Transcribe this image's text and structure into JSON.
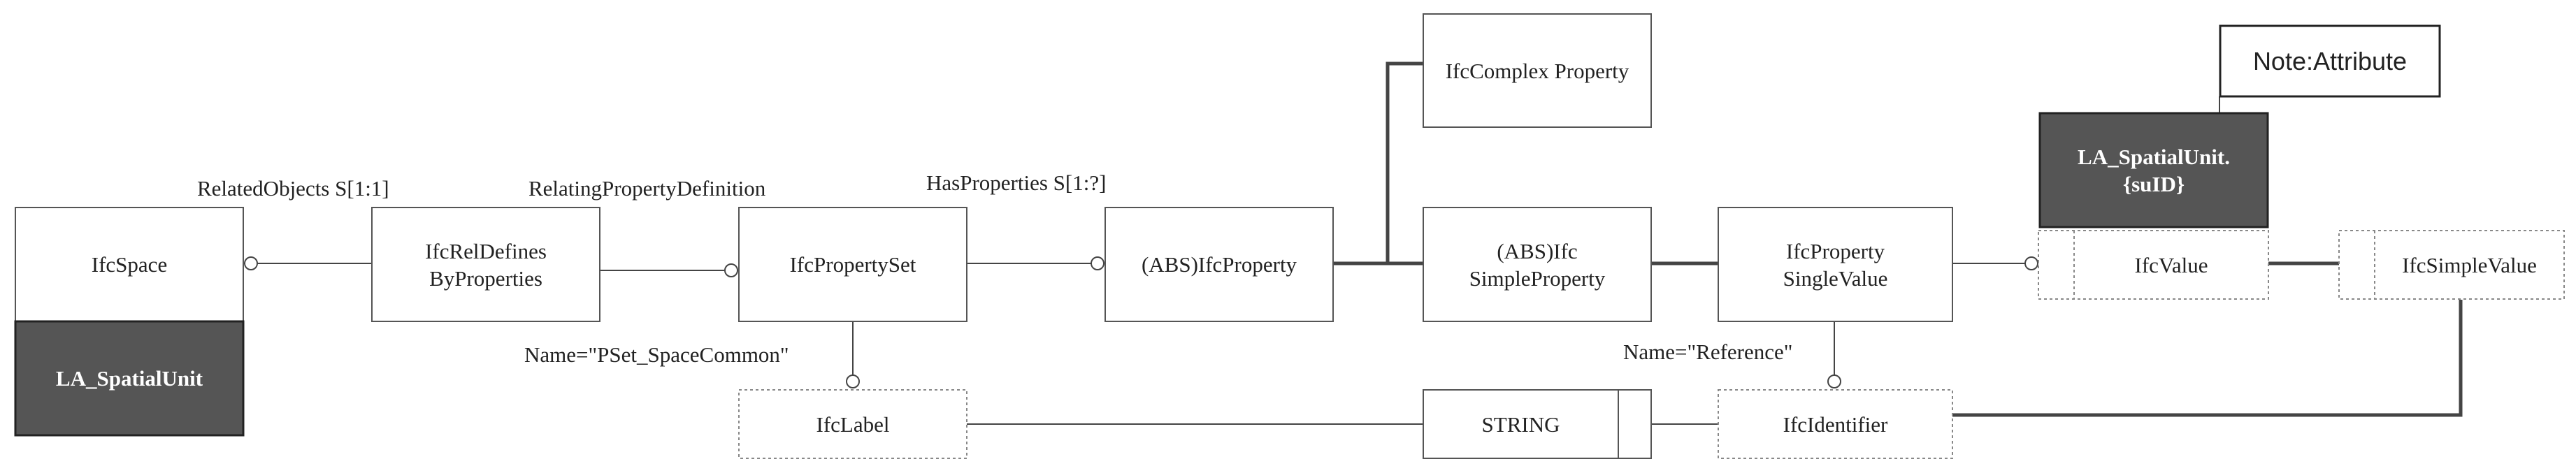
{
  "boxes": {
    "ifc_space": "IfcSpace",
    "la_spatial_unit": "LA_SpatialUnit",
    "ifc_rel_defines": "IfcRelDefines\nByProperties",
    "ifc_property_set": "IfcPropertySet",
    "ifc_property": "(ABS)IfcProperty",
    "ifc_complex_property": "IfcComplex Property",
    "ifc_simple_property": "(ABS)Ifc\nSimpleProperty",
    "ifc_property_single_value": "IfcProperty\nSingleValue",
    "la_spatial_unit_suid": "LA_SpatialUnit.\n{suID}",
    "ifc_value": "IfcValue",
    "ifc_simple_value": "IfcSimpleValue",
    "ifc_label": "IfcLabel",
    "string": "STRING",
    "ifc_identifier": "IfcIdentifier"
  },
  "labels": {
    "related_objects": "RelatedObjects S[1:1]",
    "relating_property_definition": "RelatingPropertyDefinition",
    "has_properties": "HasProperties S[1:?]",
    "name_pset": "Name=\"PSet_SpaceCommon\"",
    "name_reference": "Name=\"Reference\""
  },
  "note": {
    "text": "Note:Attribute"
  },
  "colors": {
    "dark_fill": "#555555",
    "line": "#333333",
    "dashed_border": "#888888"
  }
}
